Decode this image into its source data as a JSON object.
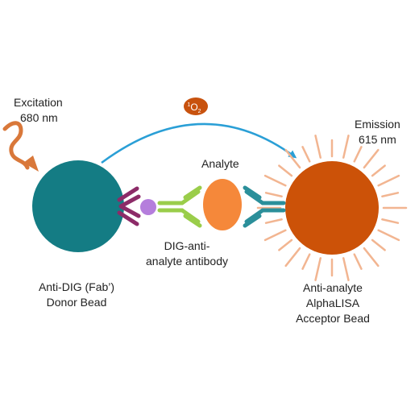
{
  "labels": {
    "excitation": [
      "Excitation",
      "680 nm"
    ],
    "singlet_oxygen": {
      "superscript": "1",
      "base": "O",
      "subscript": "2"
    },
    "emission": [
      "Emission",
      "615 nm"
    ],
    "analyte": "Analyte",
    "antibody": [
      "DIG-anti-",
      "analyte antibody"
    ],
    "donor_bead": [
      "Anti-DIG (Fab’)",
      "Donor Bead"
    ],
    "acceptor_bead": [
      "Anti-analyte",
      "AlphaLISA",
      "Acceptor Bead"
    ]
  },
  "colors": {
    "donor_bead": "#147c84",
    "acceptor_bead": "#cc5208",
    "acceptor_rays": "#f2b591",
    "excitation_wave": "#d9783a",
    "transfer_arrow": "#2a9fd6",
    "oxygen_badge": "#c8520e",
    "fab_fragment": "#8c2b68",
    "dig_tag": "#b57edc",
    "dig_antibody": "#9acd4a",
    "analyte": "#f5883a",
    "capture_antibody": "#2b8f9a"
  }
}
